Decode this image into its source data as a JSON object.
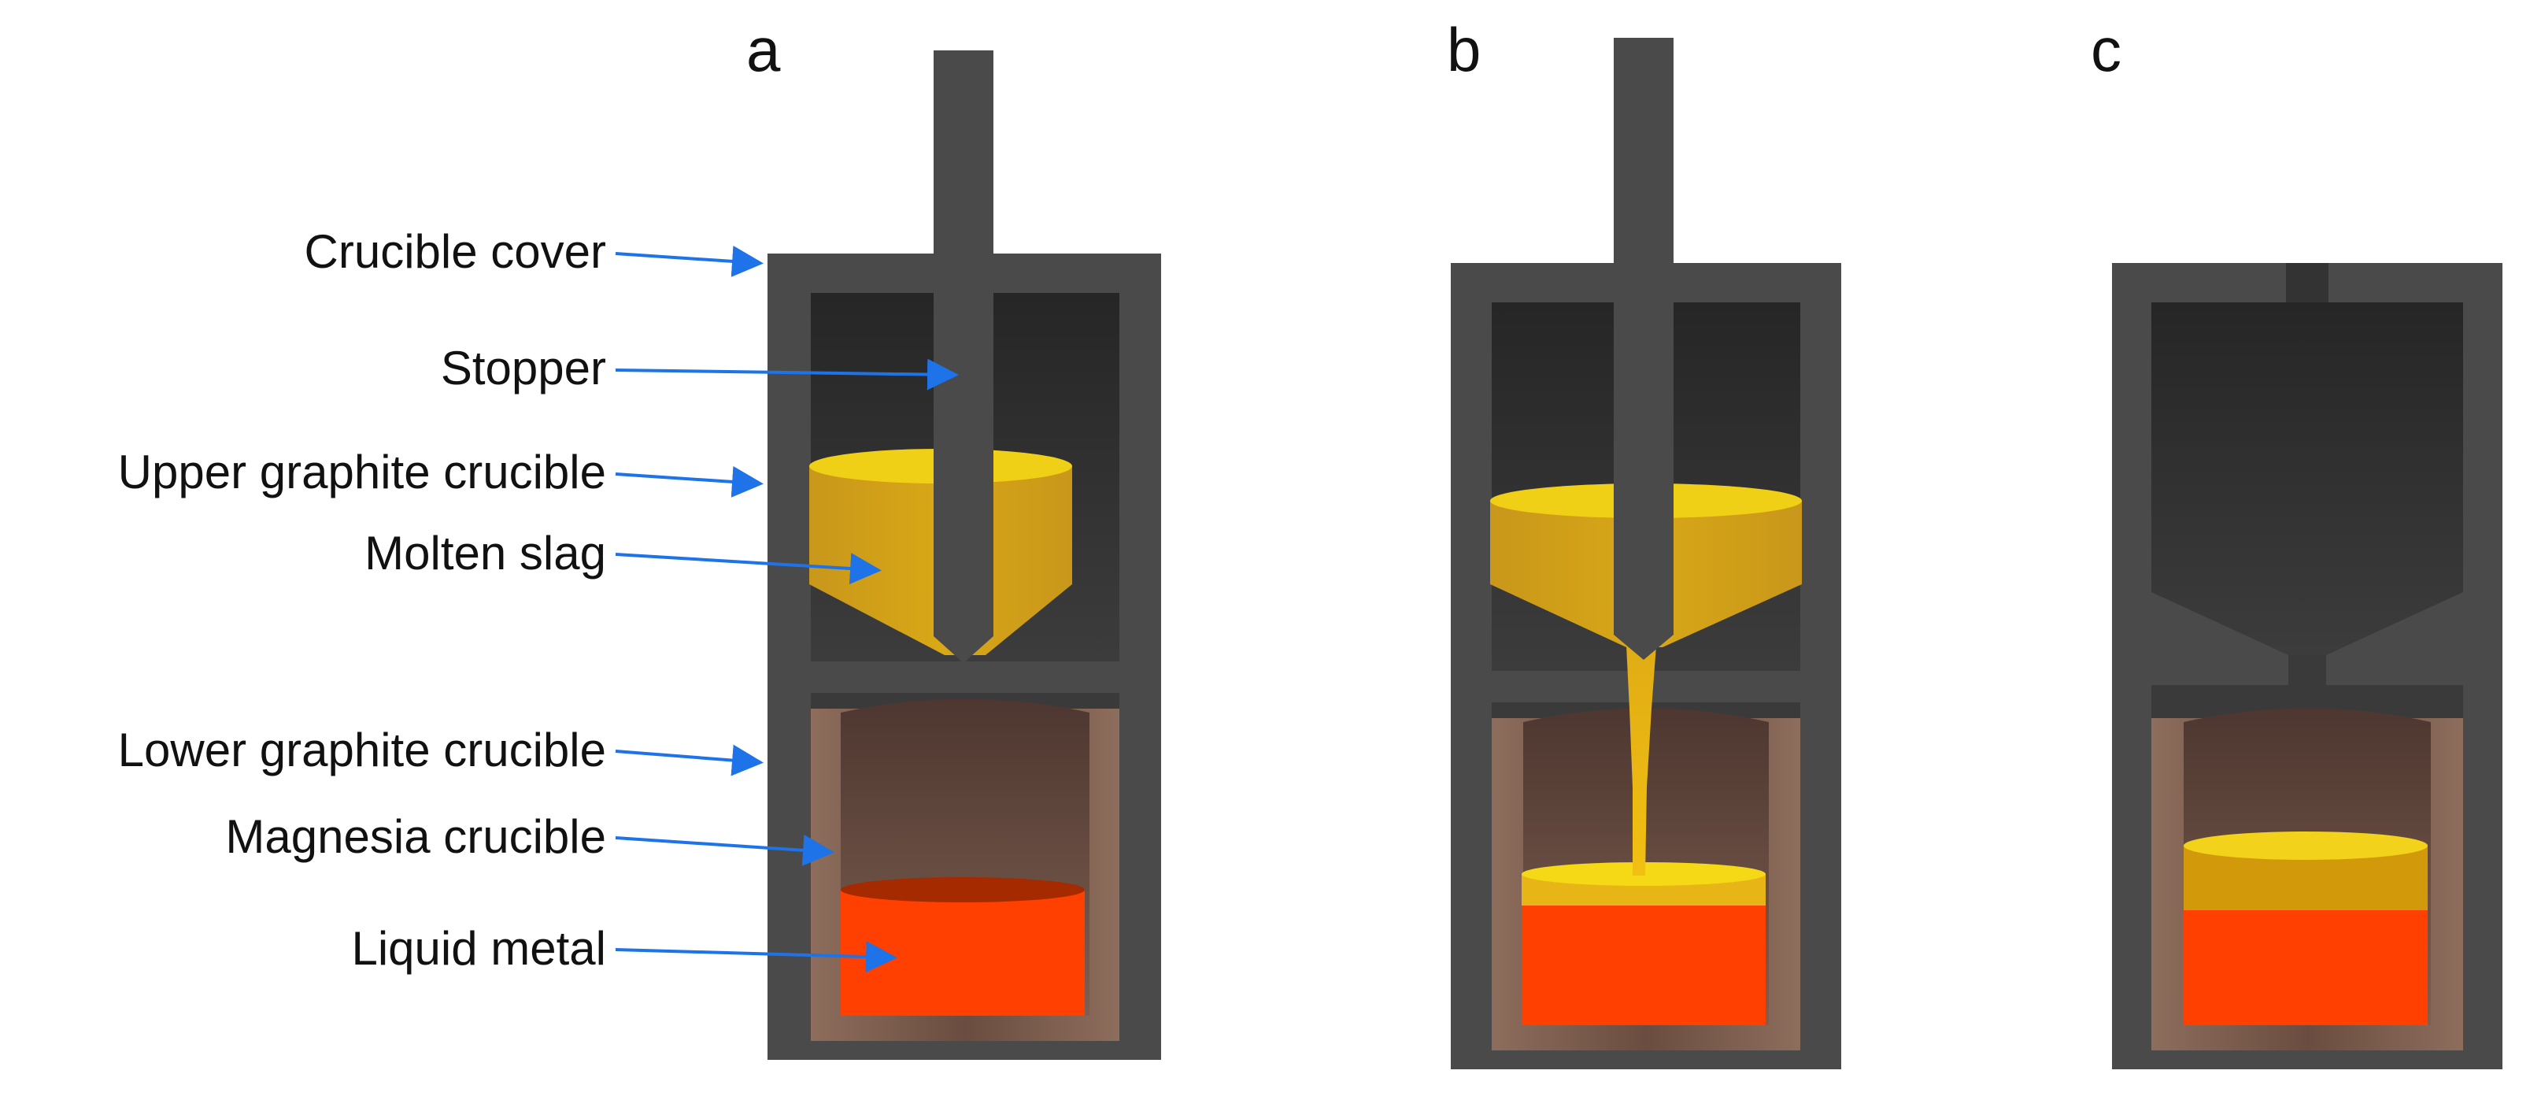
{
  "panels": [
    {
      "id": "a",
      "letter": "a"
    },
    {
      "id": "b",
      "letter": "b"
    },
    {
      "id": "c",
      "letter": "c"
    }
  ],
  "labels": [
    {
      "key": "crucible_cover",
      "text": "Crucible cover"
    },
    {
      "key": "stopper",
      "text": "Stopper"
    },
    {
      "key": "upper_graphite_crucible",
      "text": "Upper graphite crucible"
    },
    {
      "key": "molten_slag",
      "text": "Molten slag"
    },
    {
      "key": "lower_graphite_crucible",
      "text": "Lower graphite crucible"
    },
    {
      "key": "magnesia_crucible",
      "text": "Magnesia crucible"
    },
    {
      "key": "liquid_metal",
      "text": "Liquid metal"
    }
  ],
  "colors": {
    "graphite": "#4a4a4a",
    "graphite_inner": "#2f2f2f",
    "magnesia": "#8a6a5a",
    "magnesia_inner": "#5f4439",
    "slag": "#d4a017",
    "slag_top": "#f2d21a",
    "metal": "#ff4000",
    "metal_top": "#a52a00",
    "arrow": "#1e73e8"
  }
}
